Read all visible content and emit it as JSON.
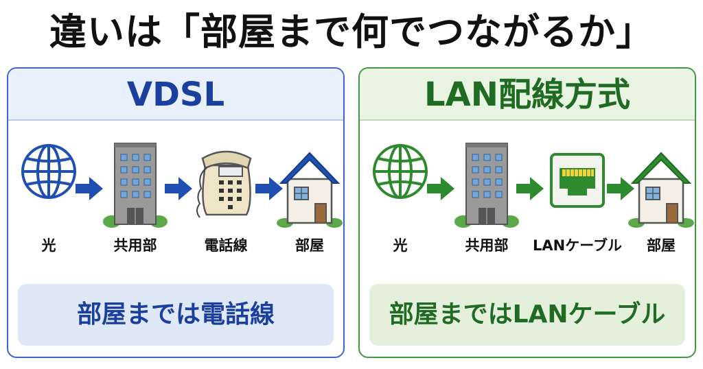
{
  "title": "違いは「部屋まで何でつながるか」",
  "vdsl": {
    "header": "VDSL",
    "steps": [
      "光",
      "共用部",
      "電話線",
      "部屋"
    ],
    "summary": "部屋までは電話線",
    "color": "#1b3f9f"
  },
  "lan": {
    "header": "LAN配線方式",
    "steps": [
      "光",
      "共用部",
      "LANケーブル",
      "部屋"
    ],
    "summary": "部屋まではLANケーブル",
    "color": "#1f6b24"
  },
  "icons": {
    "globe": "globe-icon",
    "building": "building-icon",
    "telephone": "telephone-icon",
    "lan_port": "lan-port-icon",
    "house": "house-icon",
    "arrow": "arrow-right-icon"
  }
}
